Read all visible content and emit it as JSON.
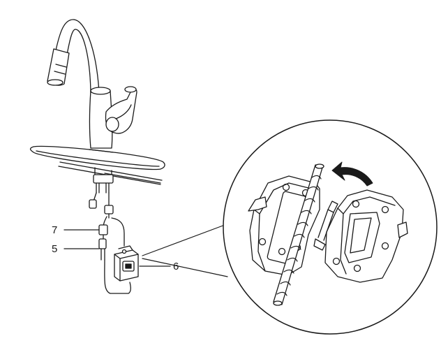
{
  "callouts": [
    {
      "id": "7",
      "label": "7"
    },
    {
      "id": "5",
      "label": "5"
    },
    {
      "id": "6",
      "label": "6"
    }
  ],
  "colors": {
    "stroke": "#1a1a1a",
    "fill": "#ffffff"
  },
  "icons": [
    "faucet-illustration",
    "cable-clip-illustration",
    "rotate-arrow-icon"
  ]
}
